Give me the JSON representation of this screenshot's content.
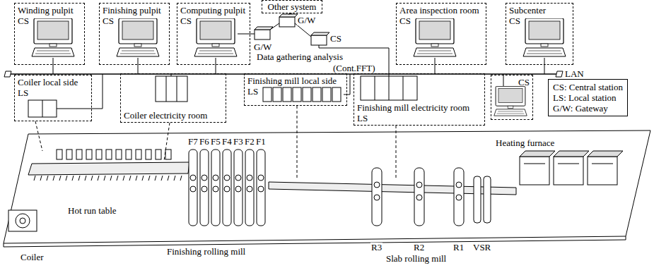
{
  "diagram": {
    "nodes": [
      {
        "text": [
          "Winding pulpit",
          "CS"
        ]
      },
      {
        "text": [
          "Finishing pulpit",
          "CS"
        ]
      },
      {
        "text": [
          "Computing pulpit",
          "CS"
        ]
      },
      {
        "text": [
          "Other system"
        ]
      },
      {
        "text": [
          "Area inspection room",
          "CS"
        ]
      },
      {
        "text": [
          "Subcenter",
          "CS"
        ]
      },
      {
        "text": [
          "Coiler local side",
          "LS"
        ]
      },
      {
        "text": [
          "Coiler electricity room"
        ]
      },
      {
        "text": [
          "Finishing mill local side",
          "LS"
        ]
      },
      {
        "text": [
          "Finishing mill electricity room",
          "LS"
        ]
      },
      {
        "text": [
          "CS"
        ]
      }
    ],
    "labels": [
      "G/W",
      "G/W",
      "CS",
      "Data gathering analysis",
      "(Cont.FFT)",
      "LAN",
      "F7",
      "F6",
      "F5",
      "F4",
      "F3",
      "F2",
      "F1",
      "Hot run table",
      "Finishing rolling mill",
      "R3",
      "R2",
      "R1",
      "VSR",
      "Slab rolling mill",
      "Heating furnace",
      "Coiler"
    ],
    "legend": [
      {
        "text": "CS: Central station"
      },
      {
        "text": "LS: Local station"
      },
      {
        "text": "G/W: Gateway"
      }
    ]
  }
}
